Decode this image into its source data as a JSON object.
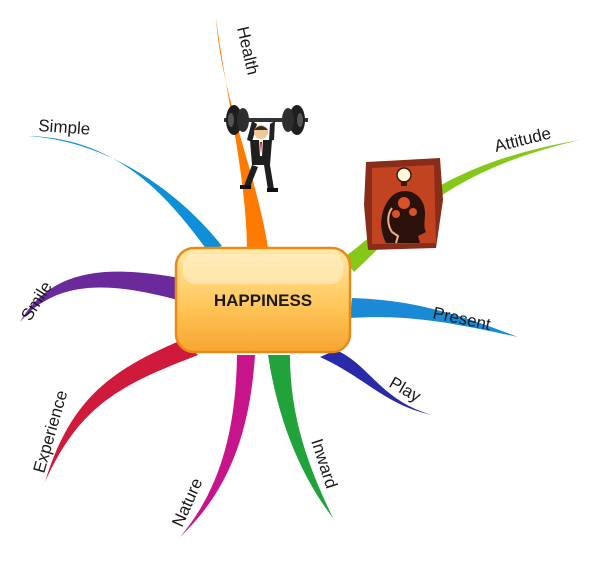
{
  "center": {
    "label": "HAPPINESS",
    "fill": "#ffc24a",
    "border": "#e88a1a"
  },
  "branches": [
    {
      "id": "health",
      "label": "Health",
      "color": "#ff7a00"
    },
    {
      "id": "simple",
      "label": "Simple",
      "color": "#0e8fd8"
    },
    {
      "id": "attitude",
      "label": "Attitude",
      "color": "#86c81a"
    },
    {
      "id": "smile",
      "label": "Smile",
      "color": "#6b2a9c"
    },
    {
      "id": "present",
      "label": "Present",
      "color": "#1b8ad6"
    },
    {
      "id": "play",
      "label": "Play",
      "color": "#2a2aa8"
    },
    {
      "id": "experience",
      "label": "Experience",
      "color": "#d01a3c"
    },
    {
      "id": "nature",
      "label": "Nature",
      "color": "#c8148a"
    },
    {
      "id": "inward",
      "label": "Inward",
      "color": "#21a23a"
    }
  ],
  "images": [
    {
      "id": "weightlifter",
      "icon": "weightlifter-icon"
    },
    {
      "id": "thinking-head",
      "icon": "thinking-head-icon"
    }
  ]
}
